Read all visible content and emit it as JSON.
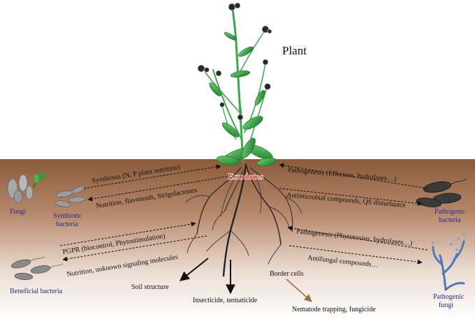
{
  "title": "Plant",
  "exudates": "Exudates",
  "organisms": {
    "fungi": "Fungi",
    "symbiotic_bacteria": [
      "Symbiotic",
      "bacteria"
    ],
    "beneficial_bacteria": "Beneficial bacteria",
    "pathogenic_bacteria": [
      "Pathogenic",
      "bacteria"
    ],
    "pathogenic_fungi": [
      "Pathogenic",
      "fungi"
    ]
  },
  "interactions": {
    "symbiosis": "Symbiosis (N, P plant nutrition)",
    "nutrition_flavonoids": "Nutrition, flavonoids, Strigolactones",
    "pgpr": "PGPR (biocontrol, Phytostimulation)",
    "nutrition_unknown": "Nutrition, unknown signaling molecules",
    "pathogenesis_effectors": "Pathogenesis (Effectors, hydrolases…)",
    "antimicrobial": "Antimicrobial compounds, QS disturbance",
    "pathogenesis_phytotoxins": "Pathogenesis (Phytotoxins, hydrolases…)",
    "antifungal": "Antifungal compounds…"
  },
  "root_effects": {
    "soil_structure": "Soil structure",
    "insecticide": "Insecticide, nematicide",
    "border_cells": "Border cells",
    "nematode": "Nematode trapping, fungicide"
  },
  "colors": {
    "soil_top": "#8a5a3a",
    "soil_bottom": "#ffffff",
    "exudates": "#e02020",
    "organism_label": "#1f2f8a",
    "nematode_arrow": "#a0704a",
    "plant_green": "#3aa84a"
  }
}
